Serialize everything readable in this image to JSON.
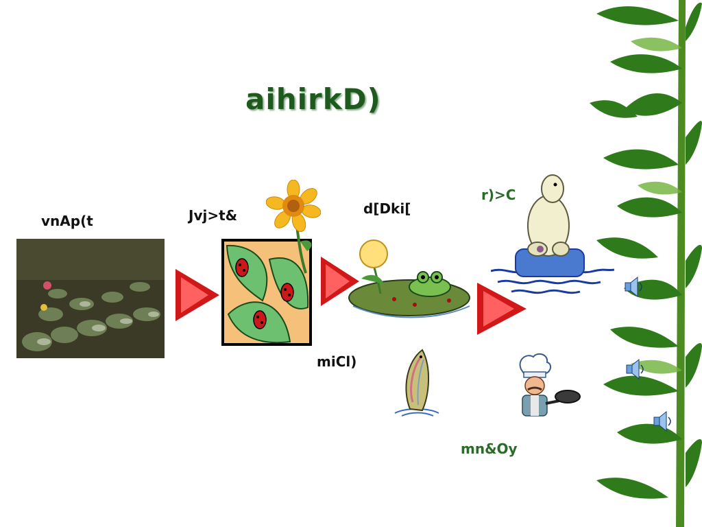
{
  "slide": {
    "title": "aihirkD)",
    "labels": {
      "pond": "vnAp(t",
      "insects": "Jvj>t&",
      "frog": "d[Dki[",
      "bear": "r)>C",
      "fish": "miCl)",
      "cook": "mn&Oy"
    }
  },
  "icons": {
    "arrow": "red-arrow-icon",
    "speaker": "speaker-icon",
    "decor": "bamboo-leaves"
  }
}
